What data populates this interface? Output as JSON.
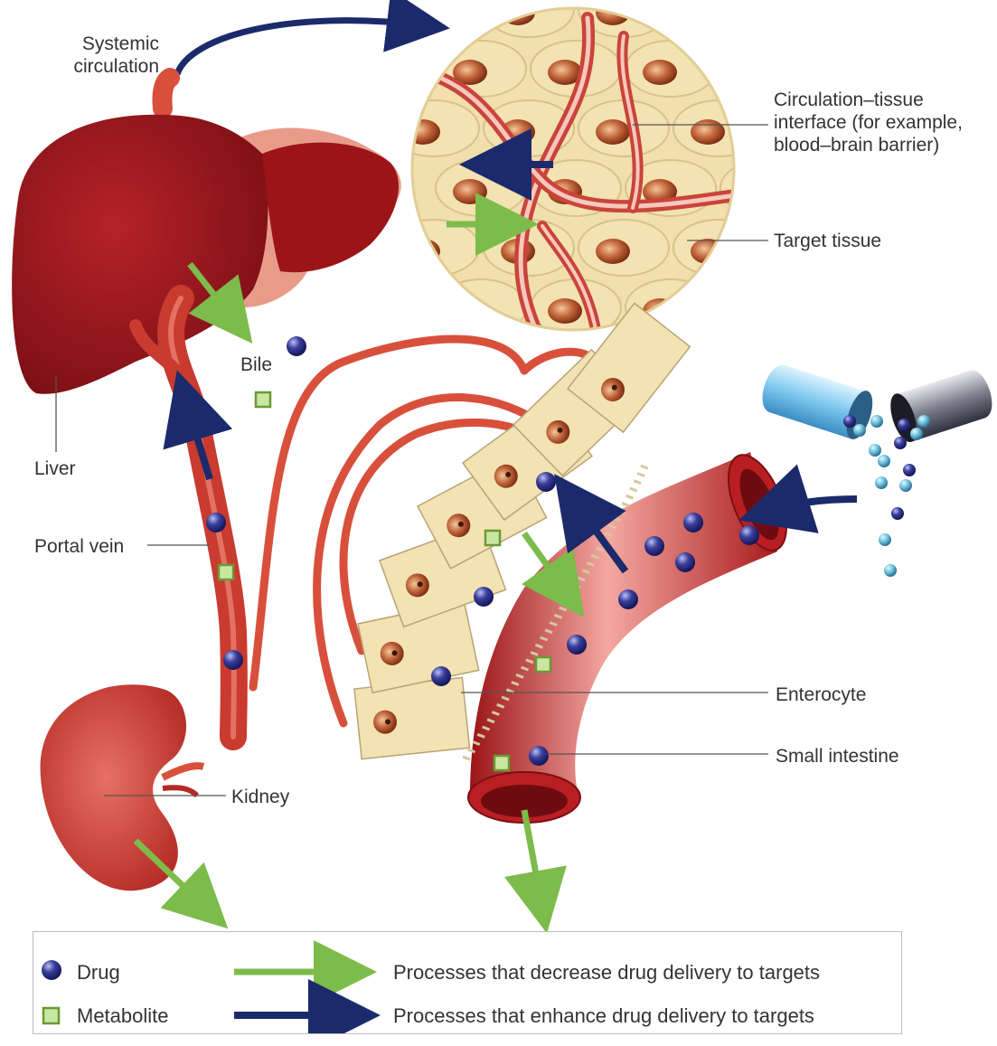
{
  "labels": {
    "systemic_circulation": [
      "Systemic",
      "circulation"
    ],
    "circulation_tissue_interface": [
      "Circulation–tissue",
      "interface (for example,",
      "blood–brain barrier)"
    ],
    "target_tissue": "Target tissue",
    "bile": "Bile",
    "liver": "Liver",
    "portal_vein": "Portal vein",
    "enterocyte": "Enterocyte",
    "small_intestine": "Small intestine",
    "kidney": "Kidney"
  },
  "legend": {
    "drug": "Drug",
    "metabolite": "Metabolite",
    "decrease": "Processes that decrease drug delivery to targets",
    "enhance": "Processes that enhance drug delivery to targets"
  },
  "colors": {
    "decrease_arrow": "#7dbb4a",
    "enhance_arrow": "#1b2a6b",
    "drug_particle": "#2c2f86",
    "metabolite_fill": "#c9e6a2",
    "metabolite_border": "#6a9a34",
    "organ_red": "#a3171c",
    "vessel_red": "#d8503c",
    "cell_beige": "#f3e2b2"
  }
}
